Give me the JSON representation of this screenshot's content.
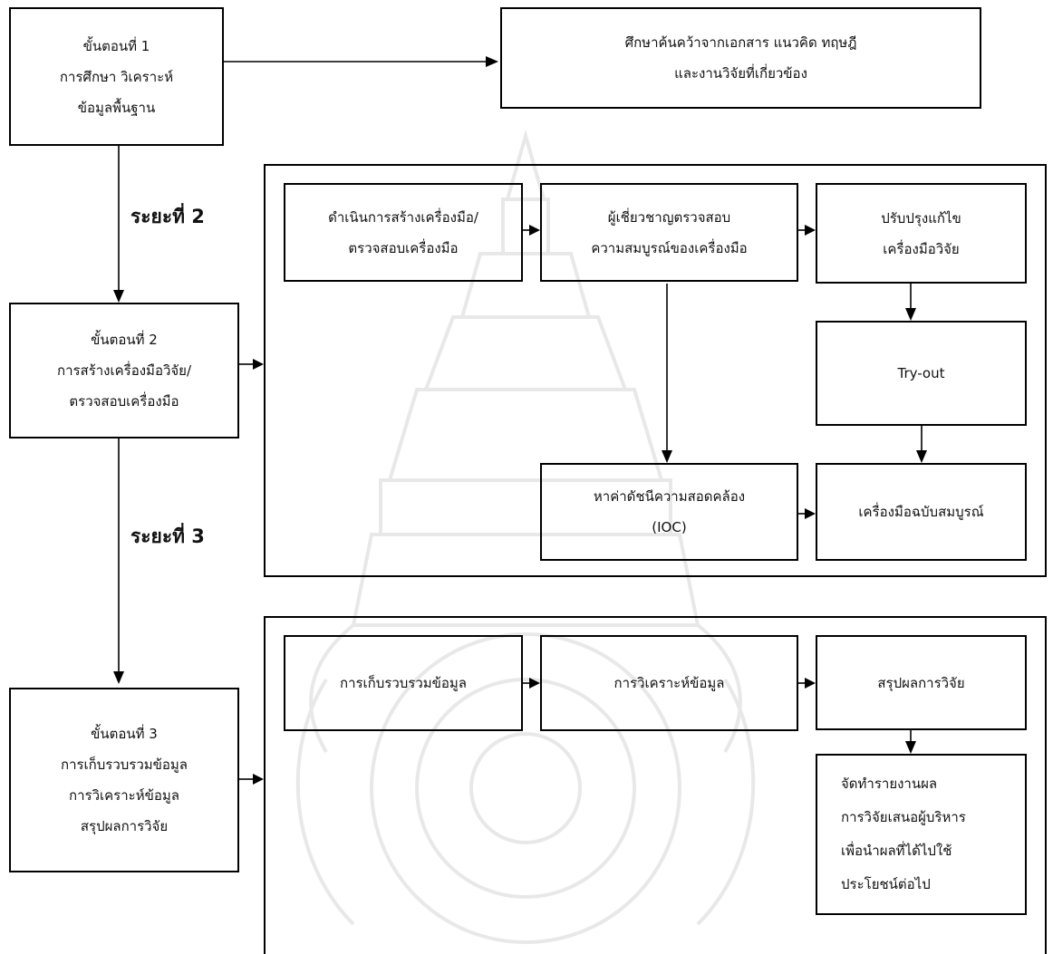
{
  "step1": {
    "title": "ขั้นตอนที่ 1",
    "line1": "การศึกษา วิเคราะห์",
    "line2": "ข้อมูลพื้นฐาน"
  },
  "literature": {
    "line1": "ศึกษาค้นคว้าจากเอกสาร แนวคิด ทฤษฎี",
    "line2": "และงานวิจัยที่เกี่ยวข้อง"
  },
  "phase2": "ระยะที่ 2",
  "phase3": "ระยะที่ 3",
  "step2": {
    "title": "ขั้นตอนที่ 2",
    "line1": "การสร้างเครื่องมือวิจัย/",
    "line2": "ตรวจสอบเครื่องมือ"
  },
  "build_tool": {
    "line1": "ดำเนินการสร้างเครื่องมือ/",
    "line2": "ตรวจสอบเครื่องมือ"
  },
  "expert_check": {
    "line1": "ผู้เชี่ยวชาญตรวจสอบ",
    "line2": "ความสมบูรณ์ของเครื่องมือ"
  },
  "revise": {
    "line1": "ปรับปรุงแก้ไข",
    "line2": "เครื่องมือวิจัย"
  },
  "tryout": "Try-out",
  "ioc": {
    "line1": "หาค่าดัชนีความสอดคล้อง",
    "line2": "(IOC)"
  },
  "final_tool": "เครื่องมือฉบับสมบูรณ์",
  "step3": {
    "title": "ขั้นตอนที่ 3",
    "line1": "การเก็บรวบรวมข้อมูล",
    "line2": "การวิเคราะห์ข้อมูล",
    "line3": "สรุปผลการวิจัย"
  },
  "collect": "การเก็บรวบรวมข้อมูล",
  "analyze": "การวิเคราะห์ข้อมูล",
  "summarize": "สรุปผลการวิจัย",
  "report": {
    "line1": "จัดทำรายงานผล",
    "line2": "การวิจัยเสนอผู้บริหาร",
    "line3": "เพื่อนำผลที่ได้ไปใช้",
    "line4": "ประโยชน์ต่อไป"
  }
}
